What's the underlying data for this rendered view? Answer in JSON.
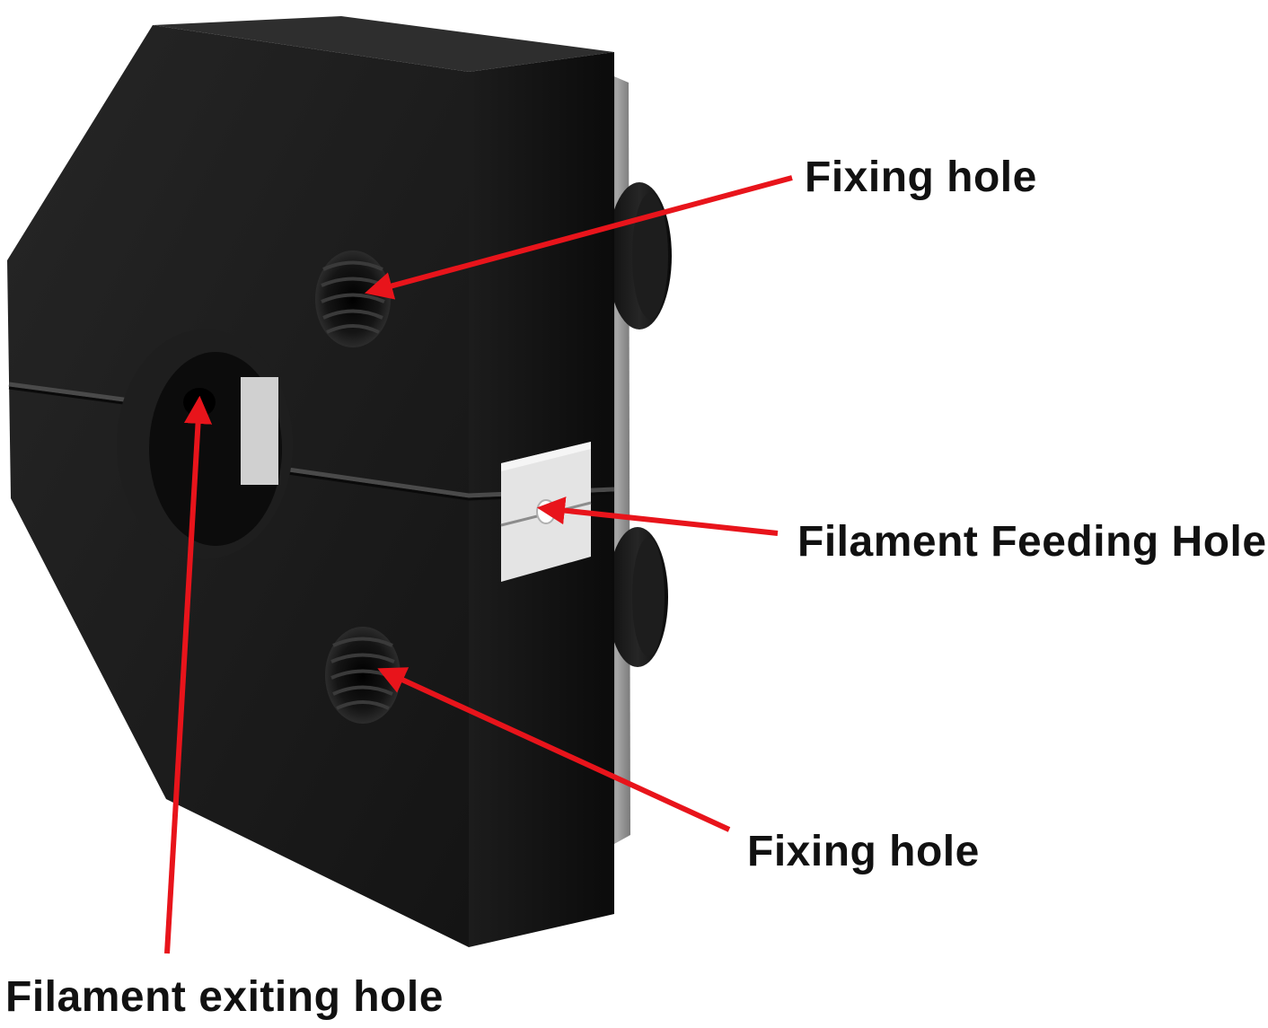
{
  "labels": {
    "fixing_hole_top": "Fixing hole",
    "filament_feeding_hole": "Filament Feeding Hole",
    "fixing_hole_bottom": "Fixing hole",
    "filament_exiting_hole": "Filament exiting hole"
  },
  "colors": {
    "arrow": "#e8141b",
    "body": "#1a1a1a",
    "body_side": "#0e0e0e",
    "plate": "#9a9a9a",
    "text": "#111111"
  }
}
